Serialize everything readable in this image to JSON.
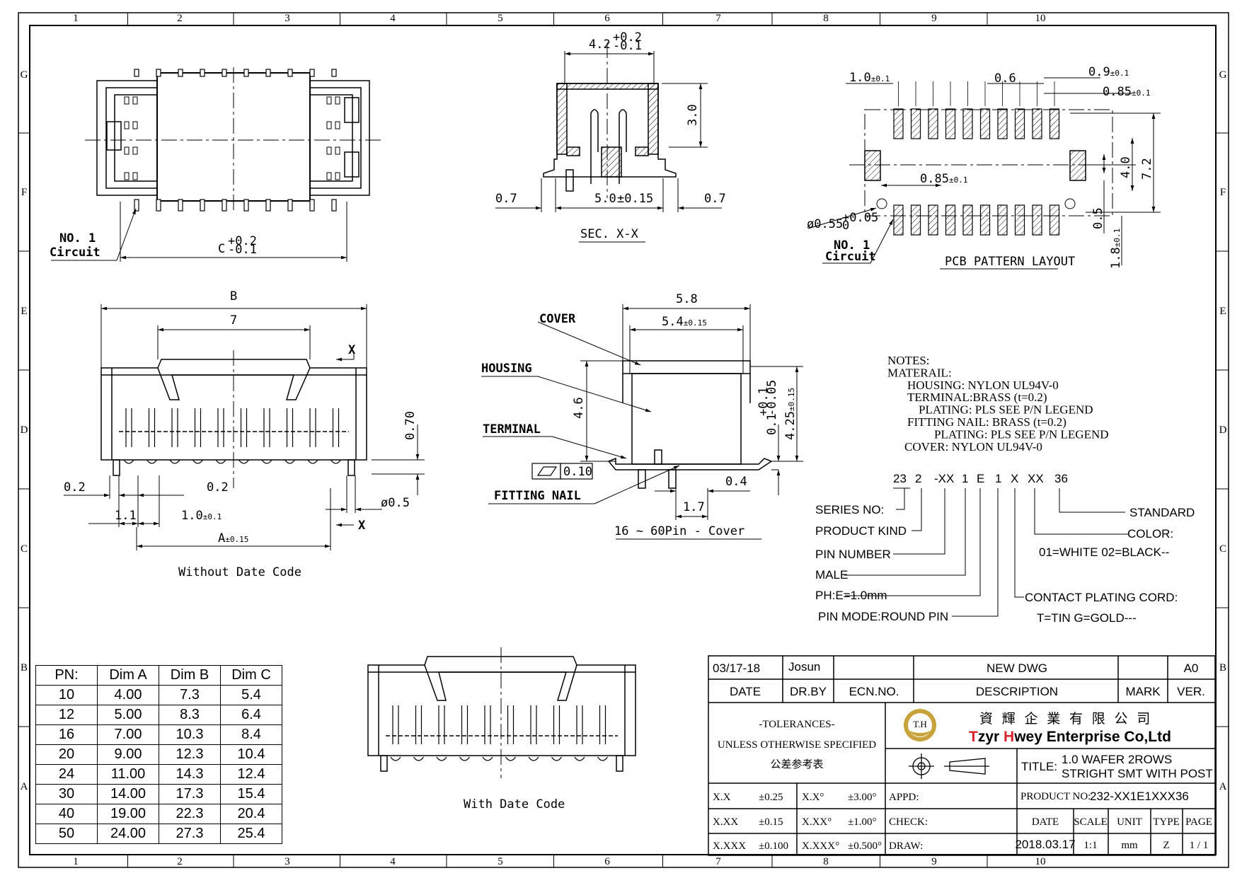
{
  "border": {
    "columns": [
      "1",
      "2",
      "3",
      "4",
      "5",
      "6",
      "7",
      "8",
      "9",
      "10"
    ],
    "rows": [
      "G",
      "F",
      "E",
      "D",
      "C",
      "B",
      "A"
    ]
  },
  "views": {
    "top": {
      "no1_a": "NO. 1",
      "no1_b": "Circuit",
      "dim_c": "C",
      "dim_c_tol_p": "+0.2",
      "dim_c_tol_m": "-0.1"
    },
    "section": {
      "dim_top": "4.2",
      "dim_top_tol_p": "+0.2",
      "dim_top_tol_m": "-0.1",
      "dim_h": "3.0",
      "dim_left": "0.7",
      "dim_right": "0.7",
      "dim_width": "5.0",
      "dim_width_tol": "±0.15",
      "caption": "SEC. X-X"
    },
    "pcb": {
      "d1": "1.0",
      "d1_tol": "±0.1",
      "d2": "0.6",
      "d3": "0.9",
      "d3_tol": "±0.1",
      "d4": "0.85",
      "d4_tol": "±0.1",
      "d5": "0.85",
      "d5_tol": "±0.1",
      "d6": "4.0",
      "d7": "7.2",
      "d8": "0.5",
      "d9": "1.8",
      "d9_tol": "±0.1",
      "hole": "ø0.55",
      "hole_tol_p": "+0.05",
      "hole_tol_m": "0",
      "no1_a": "NO. 1",
      "no1_b": "Circuit",
      "caption": "PCB PATTERN LAYOUT"
    },
    "front": {
      "dim_b": "B",
      "dim_7": "7",
      "x_top": "X",
      "x_bot": "X",
      "dim_070": "0.70",
      "dim_02a": "0.2",
      "dim_02b": "0.2",
      "dim_11": "1.1",
      "dim_10": "1.0",
      "dim_10_tol": "±0.1",
      "dim_05": "ø0.5",
      "dim_a": "A",
      "dim_a_tol": "±0.15",
      "caption": "Without Date Code"
    },
    "side": {
      "cover": "COVER",
      "housing": "HOUSING",
      "terminal": "TERMINAL",
      "fitting": "FITTING NAIL",
      "dim_58": "5.8",
      "dim_54": "5.4",
      "dim_54_tol": "±0.15",
      "dim_46": "4.6",
      "dim_01": "0.1",
      "dim_01_tol_p": "+0.1",
      "dim_01_tol_m": "-0.05",
      "dim_425": "4.25",
      "dim_425_tol": "±0.15",
      "flat": "0.10",
      "dim_04": "0.4",
      "dim_17": "1.7",
      "caption": "16 ~ 60Pin - Cover"
    },
    "bottom": {
      "caption": "With Date Code"
    }
  },
  "notes": [
    "NOTES:",
    "MATERAIL:",
    "HOUSING: NYLON UL94V-0",
    "TERMINAL:BRASS (t=0.2)",
    "PLATING: PLS SEE  P/N LEGEND",
    "FITTING NAIL: BRASS (t=0.2)",
    "PLATING: PLS SEE  P/N LEGEND",
    "COVER: NYLON UL94V-0"
  ],
  "pn_legend": {
    "code": [
      "23",
      "2",
      "-XX",
      "1",
      "E",
      "1",
      "X",
      "XX",
      "36"
    ],
    "series": "SERIES  NO:",
    "product": "PRODUCT  KIND",
    "pin_number": "PIN  NUMBER",
    "male": "MALE",
    "ph": "PH:E=1.0mm",
    "pin_mode": "PIN  MODE:ROUND  PIN",
    "standard": "STANDARD",
    "color": "COLOR:",
    "color_opts": "01=WHITE  02=BLACK--",
    "contact": "CONTACT  PLATING  CORD:",
    "contact_opts": "T=TIN    G=GOLD---"
  },
  "dim_table": {
    "headers": [
      "PN:",
      "Dim A",
      "Dim B",
      "Dim C"
    ],
    "rows": [
      [
        "10",
        "4.00",
        "7.3",
        "5.4"
      ],
      [
        "12",
        "5.00",
        "8.3",
        "6.4"
      ],
      [
        "16",
        "7.00",
        "10.3",
        "8.4"
      ],
      [
        "20",
        "9.00",
        "12.3",
        "10.4"
      ],
      [
        "24",
        "11.00",
        "14.3",
        "12.4"
      ],
      [
        "30",
        "14.00",
        "17.3",
        "15.4"
      ],
      [
        "40",
        "19.00",
        "22.3",
        "20.4"
      ],
      [
        "50",
        "24.00",
        "27.3",
        "25.4"
      ]
    ]
  },
  "title_block": {
    "rev_date": "03/17-18",
    "rev_drby": "Josun",
    "rev_desc": "NEW DWG",
    "rev_ver": "A0",
    "h_date": "DATE",
    "h_drby": "DR.BY",
    "h_ecn": "ECN.NO.",
    "h_desc": "DESCRIPTION",
    "h_mark": "MARK",
    "h_ver": "VER.",
    "tol_title": "-TOLERANCES-",
    "tol_sub": "UNLESS OTHERWISE SPECIFIED",
    "tol_cn": "公差参考表",
    "logo_text": "T.H",
    "company_cn": "資 輝 企 業 有 限 公 司",
    "company_en_1": "T",
    "company_en_2": "zyr ",
    "company_en_3": "H",
    "company_en_4": "wey Enterprise Co,Ltd",
    "title_label": "TITLE:",
    "title_1": "1.0 WAFER 2ROWS",
    "title_2": "STRIGHT SMT WITH POST",
    "tol_rows": [
      [
        "X.X",
        "±0.25",
        "X.X°",
        "±3.00°"
      ],
      [
        "X.XX",
        "±0.15",
        "X.XX°",
        "±1.00°"
      ],
      [
        "X.XXX",
        "±0.100",
        "X.XXX°",
        "±0.500°"
      ]
    ],
    "appd": "APPD:",
    "check": "CHECK:",
    "draw": "DRAW:",
    "product_label": "PRODUCT NO:",
    "product_no": "232-XX1E1XXX36",
    "f_date": "DATE",
    "f_scale": "SCALE",
    "f_unit": "UNIT",
    "f_type": "TYPE",
    "f_page": "PAGE",
    "v_date": "2018.03.17",
    "v_scale": "1:1",
    "v_unit": "mm",
    "v_type": "Z",
    "v_page": "1 / 1"
  },
  "colors": {
    "logo_gold": "#c8a23a",
    "brand_red": "#d8232a"
  }
}
